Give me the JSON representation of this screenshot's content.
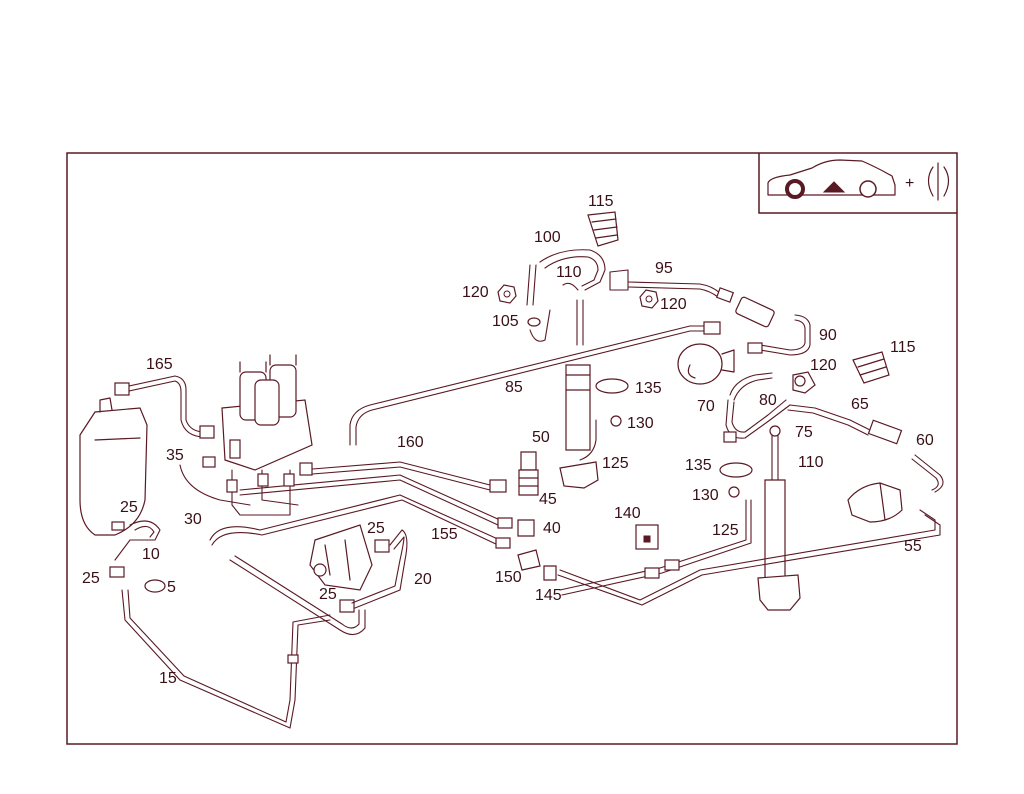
{
  "colors": {
    "line": "#5a1a24",
    "text": "#3a1017",
    "background": "#ffffff"
  },
  "legend": {
    "icon": "car-front-axle-icon",
    "plus": "+",
    "symbol": "bracket-symbol-icon"
  },
  "callouts": [
    {
      "label": "115"
    },
    {
      "label": "100"
    },
    {
      "label": "95"
    },
    {
      "label": "110"
    },
    {
      "label": "120"
    },
    {
      "label": "120"
    },
    {
      "label": "105"
    },
    {
      "label": "90"
    },
    {
      "label": "120"
    },
    {
      "label": "115"
    },
    {
      "label": "165"
    },
    {
      "label": "85"
    },
    {
      "label": "135"
    },
    {
      "label": "130"
    },
    {
      "label": "70"
    },
    {
      "label": "80"
    },
    {
      "label": "65"
    },
    {
      "label": "75"
    },
    {
      "label": "60"
    },
    {
      "label": "50"
    },
    {
      "label": "160"
    },
    {
      "label": "125"
    },
    {
      "label": "135"
    },
    {
      "label": "110"
    },
    {
      "label": "35"
    },
    {
      "label": "45"
    },
    {
      "label": "130"
    },
    {
      "label": "25"
    },
    {
      "label": "30"
    },
    {
      "label": "40"
    },
    {
      "label": "140"
    },
    {
      "label": "125"
    },
    {
      "label": "25"
    },
    {
      "label": "155"
    },
    {
      "label": "10"
    },
    {
      "label": "55"
    },
    {
      "label": "25"
    },
    {
      "label": "5"
    },
    {
      "label": "150"
    },
    {
      "label": "20"
    },
    {
      "label": "25"
    },
    {
      "label": "145"
    },
    {
      "label": "15"
    }
  ]
}
